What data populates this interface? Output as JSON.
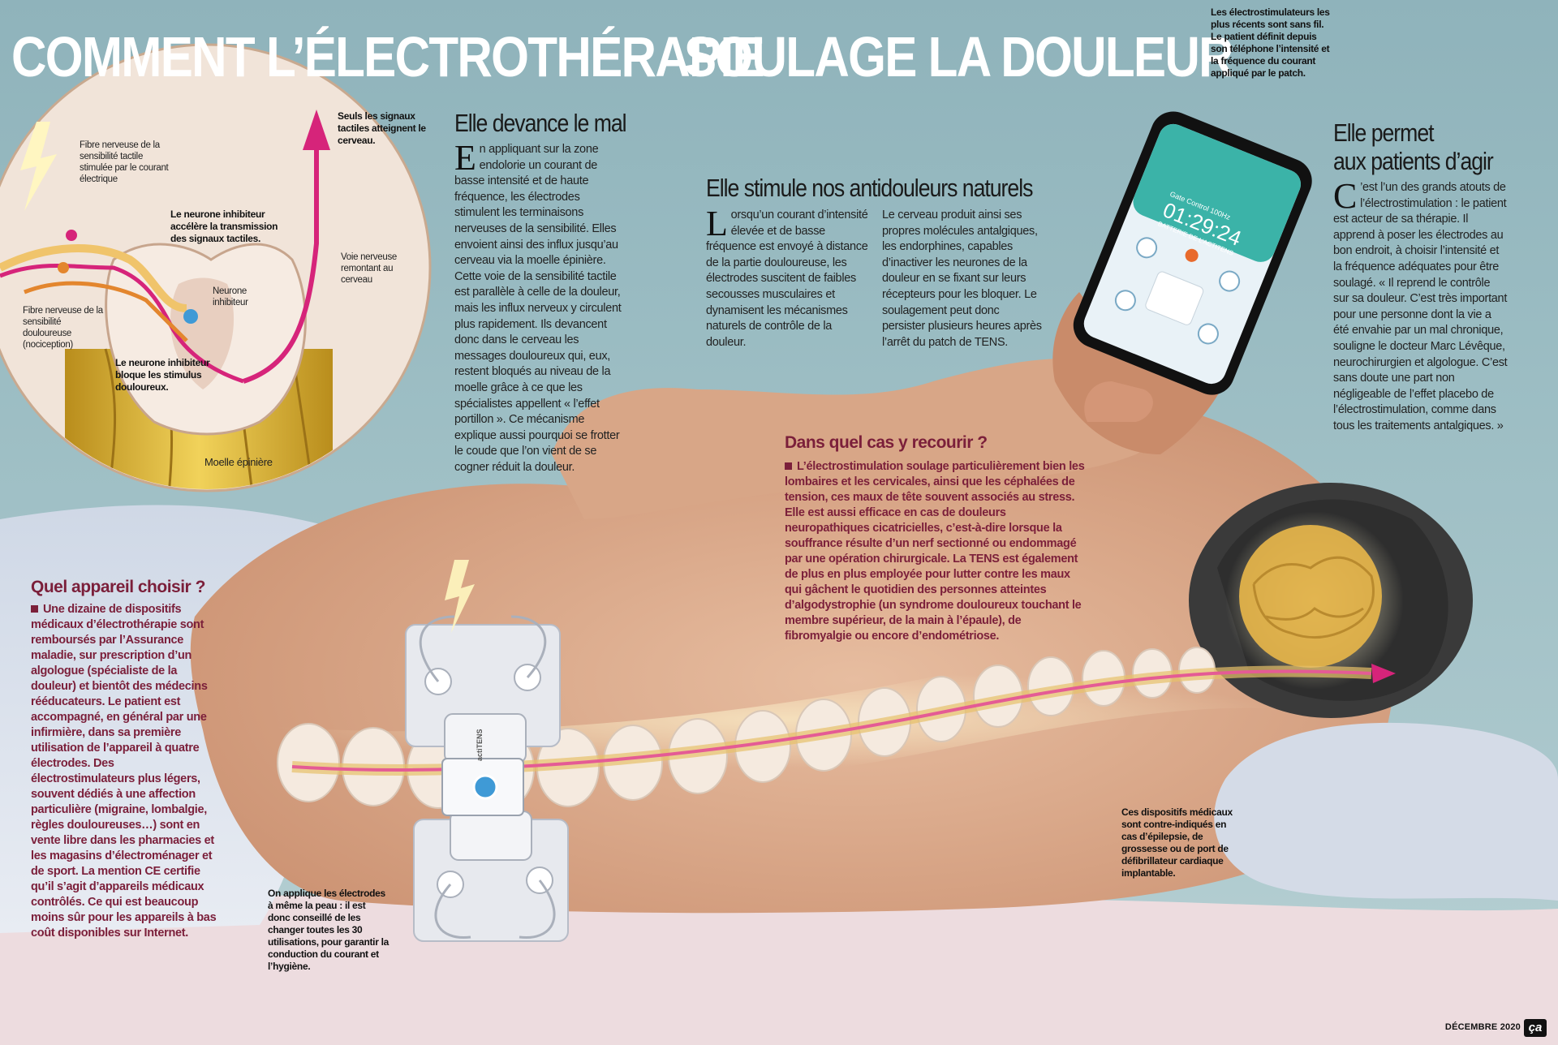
{
  "title_part1": "COMMENT L’ÉLECTROTHÉRAPIE",
  "title_part2": "SOULAGE LA DOULEUR",
  "diagram": {
    "label_fibre_tactile": "Fibre nerveuse de la sensibilité tactile stimulée par le courant électrique",
    "label_signaux": "Seuls les signaux tactiles atteignent le cerveau.",
    "label_neurone_accel": "Le neurone inhibiteur accélère la transmission des signaux tactiles.",
    "label_voie": "Voie nerveuse remontant au cerveau",
    "label_neurone": "Neurone inhibiteur",
    "label_fibre_douleur": "Fibre nerveuse de la sensibilité douloureuse (nociception)",
    "label_bloque": "Le neurone inhibiteur bloque les stimulus douloureux.",
    "label_moelle": "Moelle épinière"
  },
  "sec1": {
    "heading": "Elle devance le mal",
    "drop": "E",
    "text": "n appliquant sur la zone endolorie un courant de basse intensité et de haute fréquence, les électrodes stimulent les terminaisons nerveuses de la sensibilité. Elles envoient ainsi des influx jusqu’au cerveau via la moelle épinière. Cette voie de la sensibilité tactile est parallèle à celle de la douleur, mais les influx nerveux y circulent plus rapidement. Ils devancent donc dans le cerveau les messages douloureux qui, eux, restent bloqués au niveau de la moelle grâce à ce que les spécialistes appellent « l’effet portillon ». Ce mécanisme explique aussi pourquoi se frotter le coude que l’on vient de se cogner réduit la douleur."
  },
  "sec2": {
    "heading": "Elle stimule nos antidouleurs naturels",
    "drop": "L",
    "col1": "orsqu’un courant d’intensité élevée et de basse fréquence est envoyé à distance de la partie douloureuse, les électrodes suscitent de faibles secousses musculaires et dynamisent les mécanismes naturels de contrôle de la douleur.",
    "col2": "Le cerveau produit ainsi ses propres molécules antalgiques, les endorphines, capables d’inactiver les neurones de la douleur en se fixant sur leurs récepteurs pour les bloquer. Le soulagement peut donc persister plusieurs heures après l’arrêt du patch de TENS."
  },
  "phone_caption": "Les électrostimulateurs les plus récents sont sans fil. Le patient définit depuis son téléphone l’intensité et la fréquence du courant appliqué par le patch.",
  "phone": {
    "time": "01:29:24",
    "header": "Gate Control 100Hz",
    "battery": "BATTERIE DE L’ACTITENS"
  },
  "sec3": {
    "heading_line1": "Elle permet",
    "heading_line2": "aux patients d’agir",
    "drop": "C",
    "text": "’est l’un des grands atouts de l’électrostimulation : le patient est acteur de sa thérapie. Il apprend à poser les électrodes au bon endroit, à choisir l’intensité et la fréquence adéquates pour être soulagé. « Il reprend le contrôle sur sa douleur. C’est très important pour une personne dont la vie a été envahie par un mal chronique, souligne le docteur Marc Lévêque, neurochirurgien et algologue. C’est sans doute une part non négligeable de l’effet placebo de l’électrostimulation, comme dans tous les traitements antalgiques. »"
  },
  "sec4": {
    "heading": "Dans quel cas y recourir ?",
    "text": "L’électrostimulation soulage particulièrement bien les lombaires et les cervicales, ainsi que les céphalées de tension, ces maux de tête souvent associés au stress. Elle est aussi efficace en cas de douleurs neuropathiques cicatricielles, c’est-à-dire lorsque la souffrance résulte d’un nerf sectionné ou endommagé par une opération chirurgicale. La TENS est également de plus en plus employée pour lutter contre les maux qui gâchent le quotidien des personnes atteintes d’algodystrophie (un syndrome douloureux touchant le membre supérieur, de la main à l’épaule), de fibromyalgie ou encore d’endométriose."
  },
  "sec5": {
    "heading": "Quel appareil choisir ?",
    "text": "Une dizaine de dispositifs médicaux d’électrothérapie sont remboursés par l’Assurance maladie, sur prescription d’un algologue (spécialiste de la douleur) et bientôt des médecins rééducateurs. Le patient est accompagné, en général par une infirmière, dans sa première utilisation de l’appareil à quatre électrodes. Des électrostimulateurs plus légers, souvent dédiés à une affection particulière (migraine, lombalgie, règles douloureuses…) sont en vente libre dans les pharmacies et les magasins d’électroménager et de sport. La mention CE certifie qu’il s’agit d’appareils médicaux contrôlés. Ce qui est beaucoup moins sûr pour les appareils à bas coût disponibles sur Internet."
  },
  "electrode_caption": "On applique les électrodes à même la peau : il est donc conseillé de les changer toutes les 30 utilisations, pour garantir la conduction du courant et l’hygiène.",
  "device_label": "actiTENS",
  "contra_caption": "Ces dispositifs médicaux sont contre-indiqués en cas d’épilepsie, de grossesse ou de port de défibrillateur cardiaque implantable.",
  "footer": "DÉCEMBRE 2020",
  "logo": "ça",
  "colors": {
    "accent_red": "#7b1f3a",
    "signal_pink": "#d6247a",
    "skin": "#d9a98a",
    "background": "#9dbec4"
  }
}
